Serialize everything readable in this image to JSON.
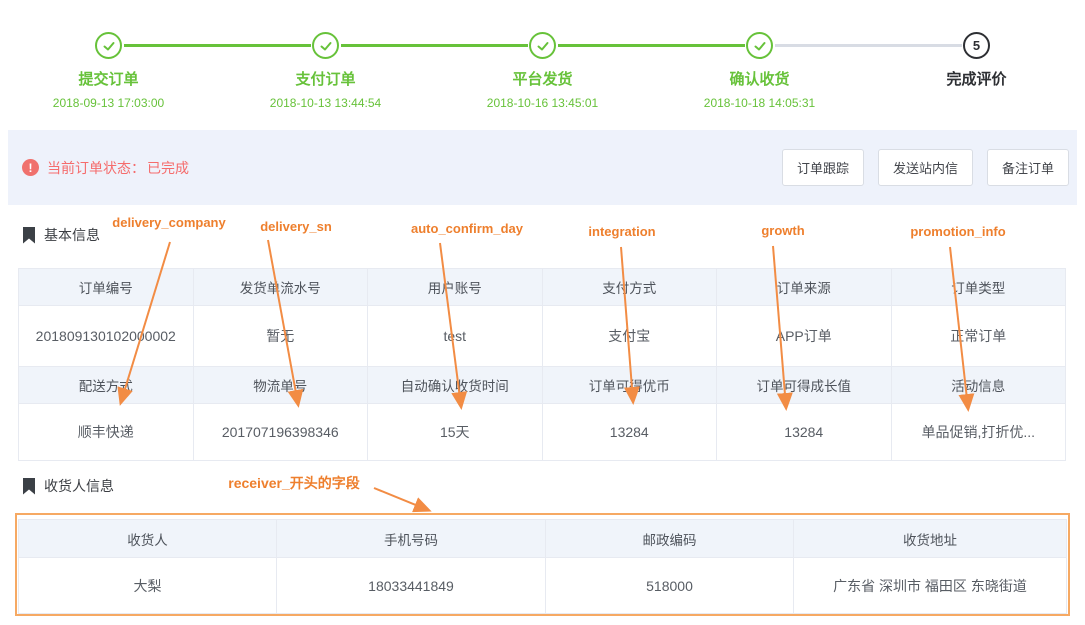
{
  "stepper": {
    "steps": [
      {
        "label": "提交订单",
        "time": "2018-09-13 17:03:00",
        "state": "done"
      },
      {
        "label": "支付订单",
        "time": "2018-10-13 13:44:54",
        "state": "done"
      },
      {
        "label": "平台发货",
        "time": "2018-10-16 13:45:01",
        "state": "done"
      },
      {
        "label": "确认收货",
        "time": "2018-10-18 14:05:31",
        "state": "done"
      },
      {
        "label": "完成评价",
        "time": "",
        "state": "pending",
        "number": "5"
      }
    ]
  },
  "status_bar": {
    "label": "当前订单状态：",
    "value": "已完成",
    "alert_glyph": "!",
    "buttons": [
      {
        "label": "订单跟踪"
      },
      {
        "label": "发送站内信"
      },
      {
        "label": "备注订单"
      }
    ]
  },
  "basic_info": {
    "title": "基本信息",
    "header_row1": [
      "订单编号",
      "发货单流水号",
      "用户账号",
      "支付方式",
      "订单来源",
      "订单类型"
    ],
    "value_row1": [
      "201809130102000002",
      "暂无",
      "test",
      "支付宝",
      "APP订单",
      "正常订单"
    ],
    "header_row2": [
      "配送方式",
      "物流单号",
      "自动确认收货时间",
      "订单可得优币",
      "订单可得成长值",
      "活动信息"
    ],
    "value_row2": [
      "顺丰快递",
      "201707196398346",
      "15天",
      "13284",
      "13284",
      "单品促销,打折优..."
    ]
  },
  "receiver_info": {
    "title": "收货人信息",
    "headers": [
      "收货人",
      "手机号码",
      "邮政编码",
      "收货地址"
    ],
    "values": [
      "大梨",
      "18033441849",
      "518000",
      "广东省 深圳市 福田区 东晓街道"
    ]
  },
  "annotations": {
    "labels": [
      "delivery_company",
      "delivery_sn",
      "auto_confirm_day",
      "integration",
      "growth",
      "promotion_info",
      "receiver_开头的字段"
    ]
  },
  "colors": {
    "accent_green": "#67c23a",
    "connector_gray": "#d8dce4",
    "annotation_orange": "#ee7f2d",
    "arrow_orange": "#f28c44",
    "status_red": "#f56c6c",
    "panel_bg": "#eef2fb",
    "table_header_bg": "#f0f4fa",
    "table_border": "#e7eaf1",
    "receiver_highlight_border": "#f6a963",
    "pending_dark": "#2d2f33"
  }
}
